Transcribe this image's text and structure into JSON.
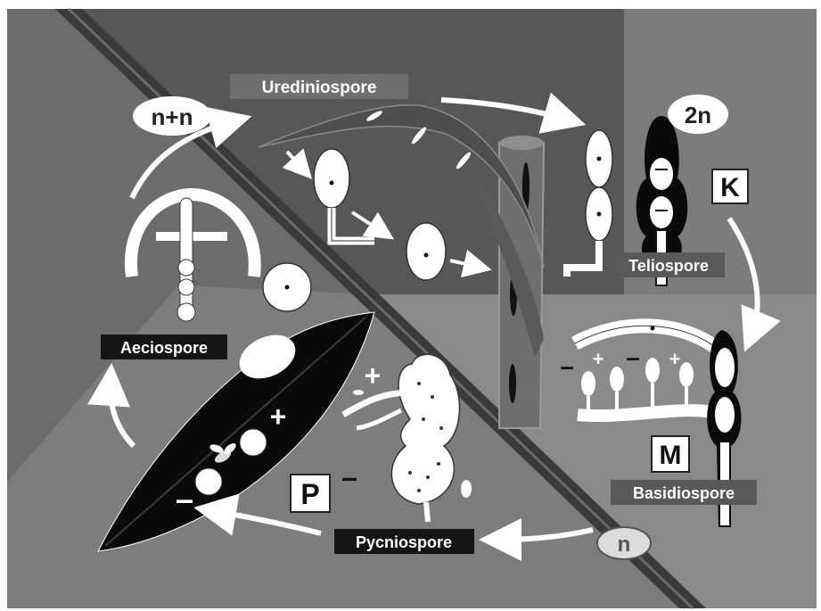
{
  "labels": {
    "urediniospore": "Urediniospore",
    "teliospore": "Teliospore",
    "aeciospore": "Aeciospore",
    "basidiospore": "Basidiospore",
    "pycniospore": "Pycniospore"
  },
  "ploidy": {
    "dikaryon": "n+n",
    "diploid": "2n",
    "haploid": "n"
  },
  "stage_letters": {
    "karyogamy": "K",
    "meiosis": "M",
    "plasmogamy": "P"
  },
  "mating_signs": {
    "plus": "+",
    "minus": "–"
  },
  "colors": {
    "background": "#5f5f5f",
    "upper_left": "#6d6d6d",
    "upper_right": "#808080",
    "lower_right": "#8a8a8a",
    "lower_left": "#7a7a7a",
    "diagonal_band": "#3c3c3c",
    "spore_fill": "#ffffff",
    "label_dark": "#2a2a2a"
  }
}
